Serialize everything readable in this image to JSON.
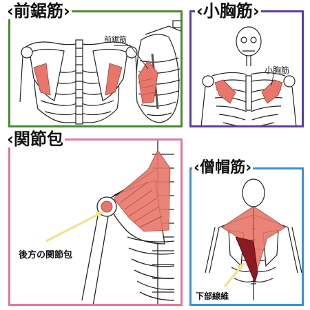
{
  "panels": {
    "serratus": {
      "title": "‹前鋸筋›",
      "label": "前鋸筋",
      "border_color": "#4a8a2a"
    },
    "pec_minor": {
      "title": "‹小胸筋›",
      "label": "小胸筋",
      "border_color": "#5b3aa6"
    },
    "joint_capsule": {
      "title": "‹関節包",
      "label": "後方の関節包",
      "border_color": "#e07a94"
    },
    "trapezius": {
      "title": "‹僧帽筋›",
      "label": "下部線維",
      "border_color": "#3b8fd6"
    }
  },
  "colors": {
    "muscle": "#e8766a",
    "muscle_dark": "#8b1a22",
    "arrow": "#f2df86",
    "bone": "#222222"
  }
}
